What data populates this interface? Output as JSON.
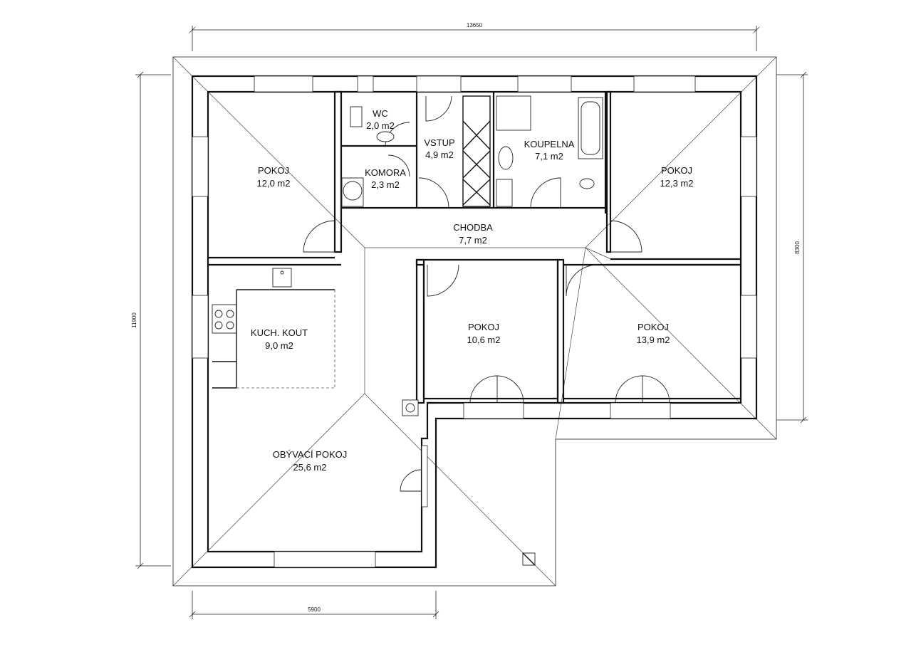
{
  "dimensions": {
    "top": "13650",
    "left": "11900",
    "right": "8300",
    "bottom": "5900"
  },
  "rooms": [
    {
      "id": "pokoj-nw",
      "name": "POKOJ",
      "area": "12,0 m2"
    },
    {
      "id": "wc",
      "name": "WC",
      "area": "2,0 m2"
    },
    {
      "id": "komora",
      "name": "KOMORA",
      "area": "2,3 m2"
    },
    {
      "id": "vstup",
      "name": "VSTUP",
      "area": "4,9 m2"
    },
    {
      "id": "koupelna",
      "name": "KOUPELNA",
      "area": "7,1 m2"
    },
    {
      "id": "pokoj-ne",
      "name": "POKOJ",
      "area": "12,3 m2"
    },
    {
      "id": "chodba",
      "name": "CHODBA",
      "area": "7,7 m2"
    },
    {
      "id": "kuch-kout",
      "name": "KUCH. KOUT",
      "area": "9,0 m2"
    },
    {
      "id": "pokoj-mid",
      "name": "POKOJ",
      "area": "10,6 m2"
    },
    {
      "id": "pokoj-se",
      "name": "POKOJ",
      "area": "13,9 m2"
    },
    {
      "id": "obyvaci",
      "name": "OBÝVACÍ POKOJ",
      "area": "25,6 m2"
    }
  ]
}
